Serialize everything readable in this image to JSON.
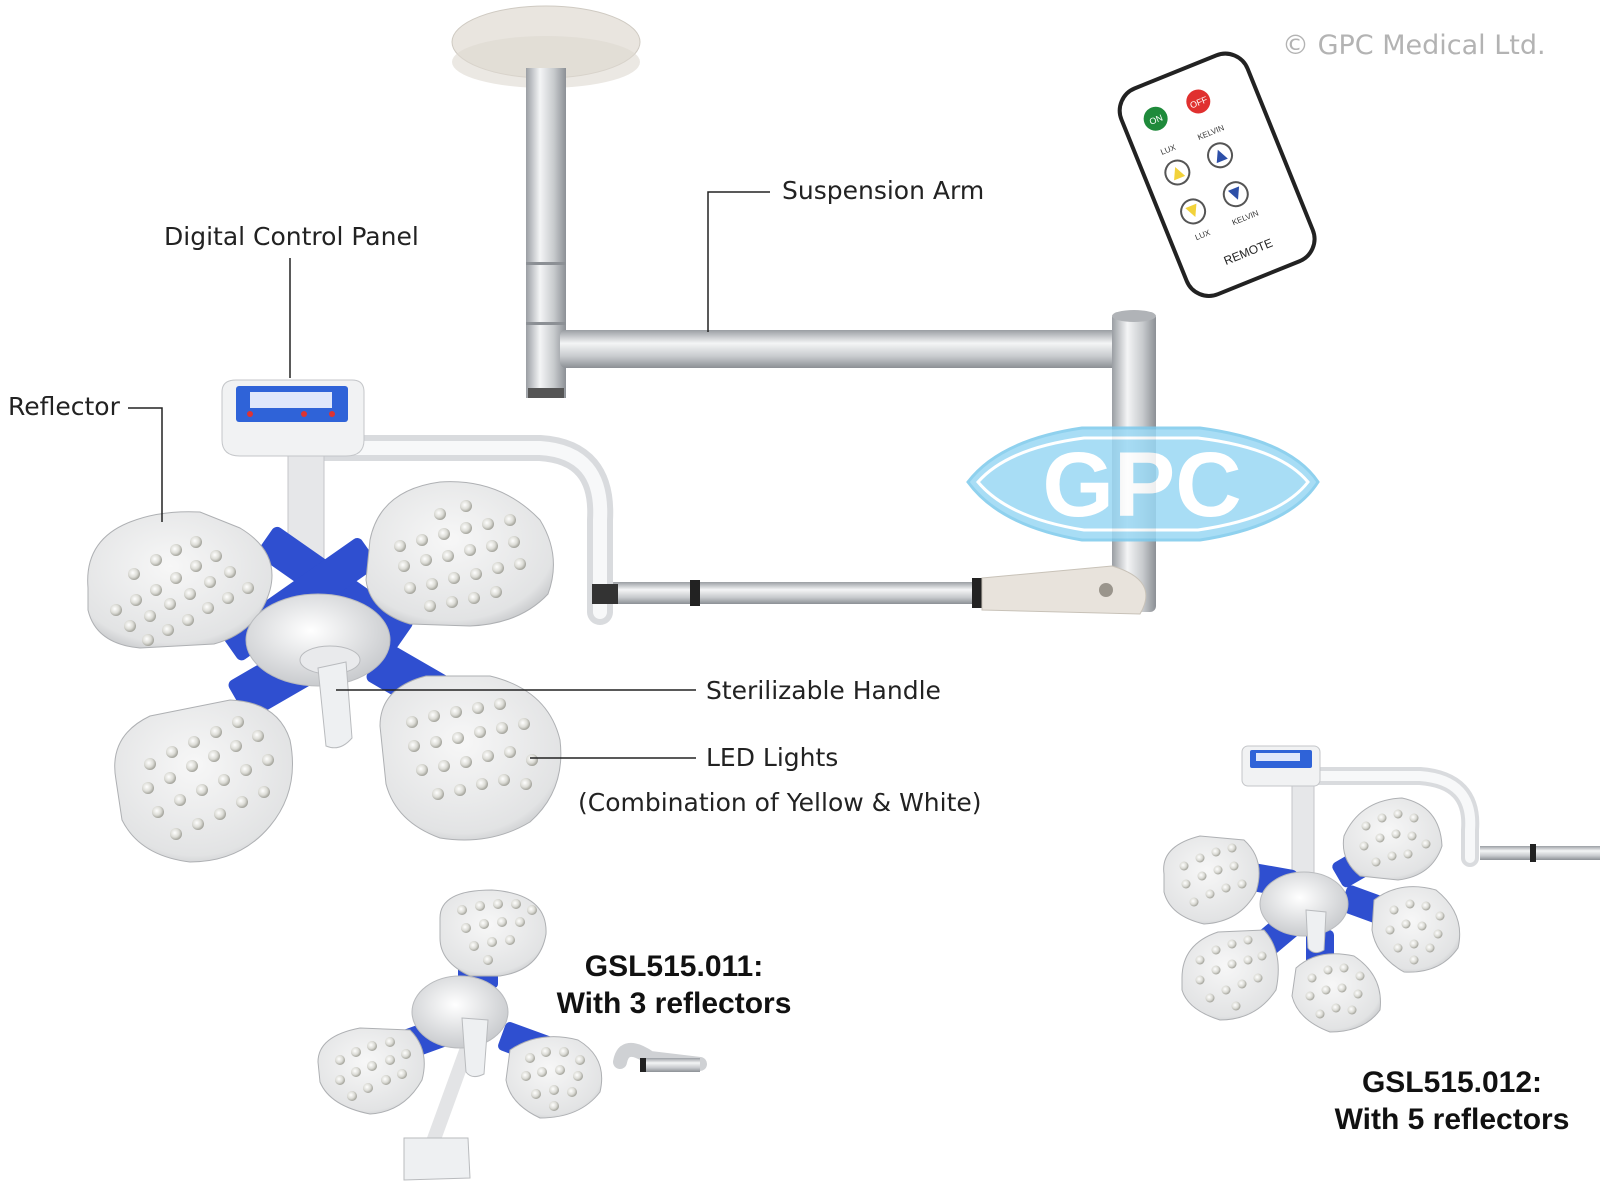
{
  "copyright": "© GPC Medical Ltd.",
  "watermark": "GPC",
  "callouts": {
    "suspension_arm": "Suspension Arm",
    "digital_control_panel": "Digital Control Panel",
    "reflector": "Reflector",
    "sterilizable_handle": "Sterilizable Handle",
    "led_lights": "LED Lights",
    "led_lights_note": "(Combination of Yellow & White)"
  },
  "remote": {
    "on": "ON",
    "off": "OFF",
    "lux_up": "LUX",
    "kelvin_up": "KELVIN",
    "lux_down": "LUX",
    "kelvin_down": "KELVIN",
    "label": "REMOTE"
  },
  "models": {
    "three": {
      "code": "GSL515.011:",
      "desc": "With 3 reflectors"
    },
    "five": {
      "code": "GSL515.012:",
      "desc": "With 5 reflectors"
    }
  },
  "colors": {
    "accent_blue": "#2f4fd0",
    "watermark_blue": "#8fd3f2",
    "on_green": "#1f8a3b",
    "off_red": "#e0302f"
  }
}
